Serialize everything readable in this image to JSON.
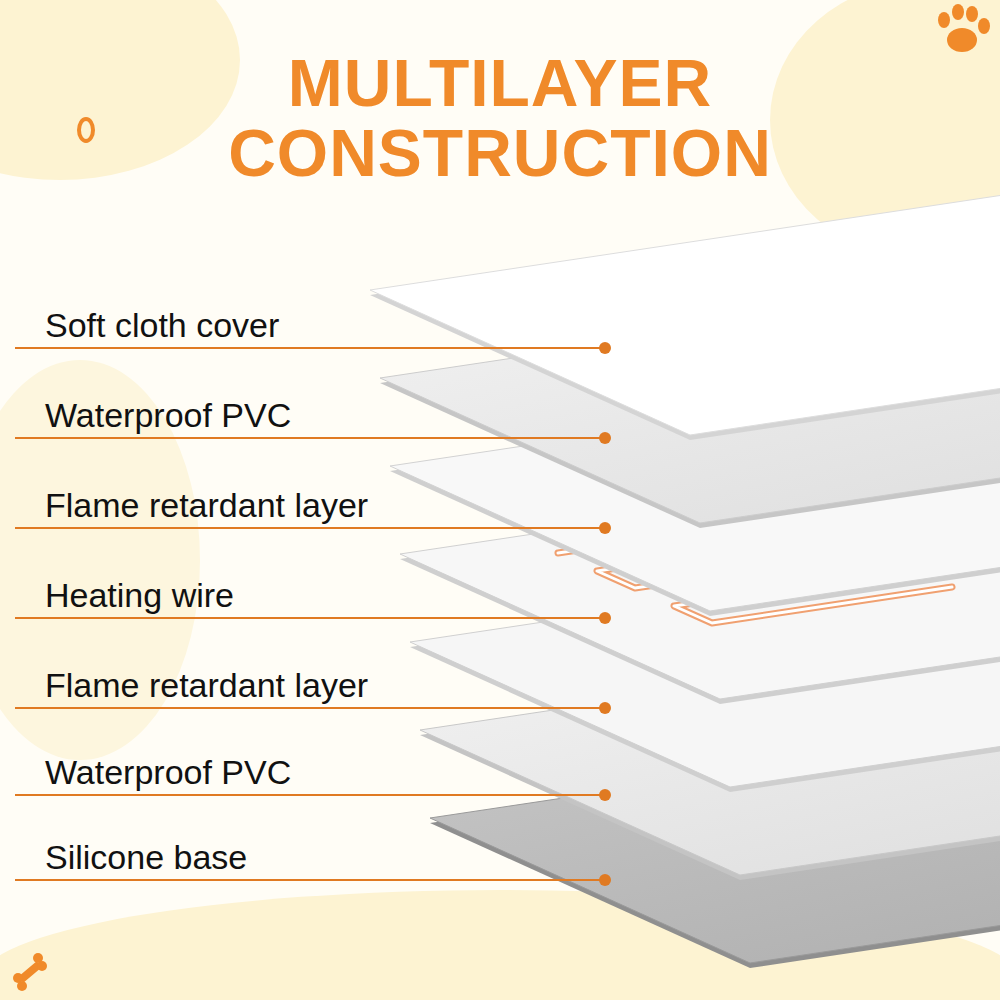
{
  "diagram": {
    "title": "MULTILAYER CONSTRUCTION",
    "labels": [
      "Soft cloth cover",
      "Waterproof PVC",
      "Flame retardant layer",
      "Heating wire",
      "Flame retardant layer",
      "Waterproof PVC",
      "Silicone base"
    ]
  }
}
